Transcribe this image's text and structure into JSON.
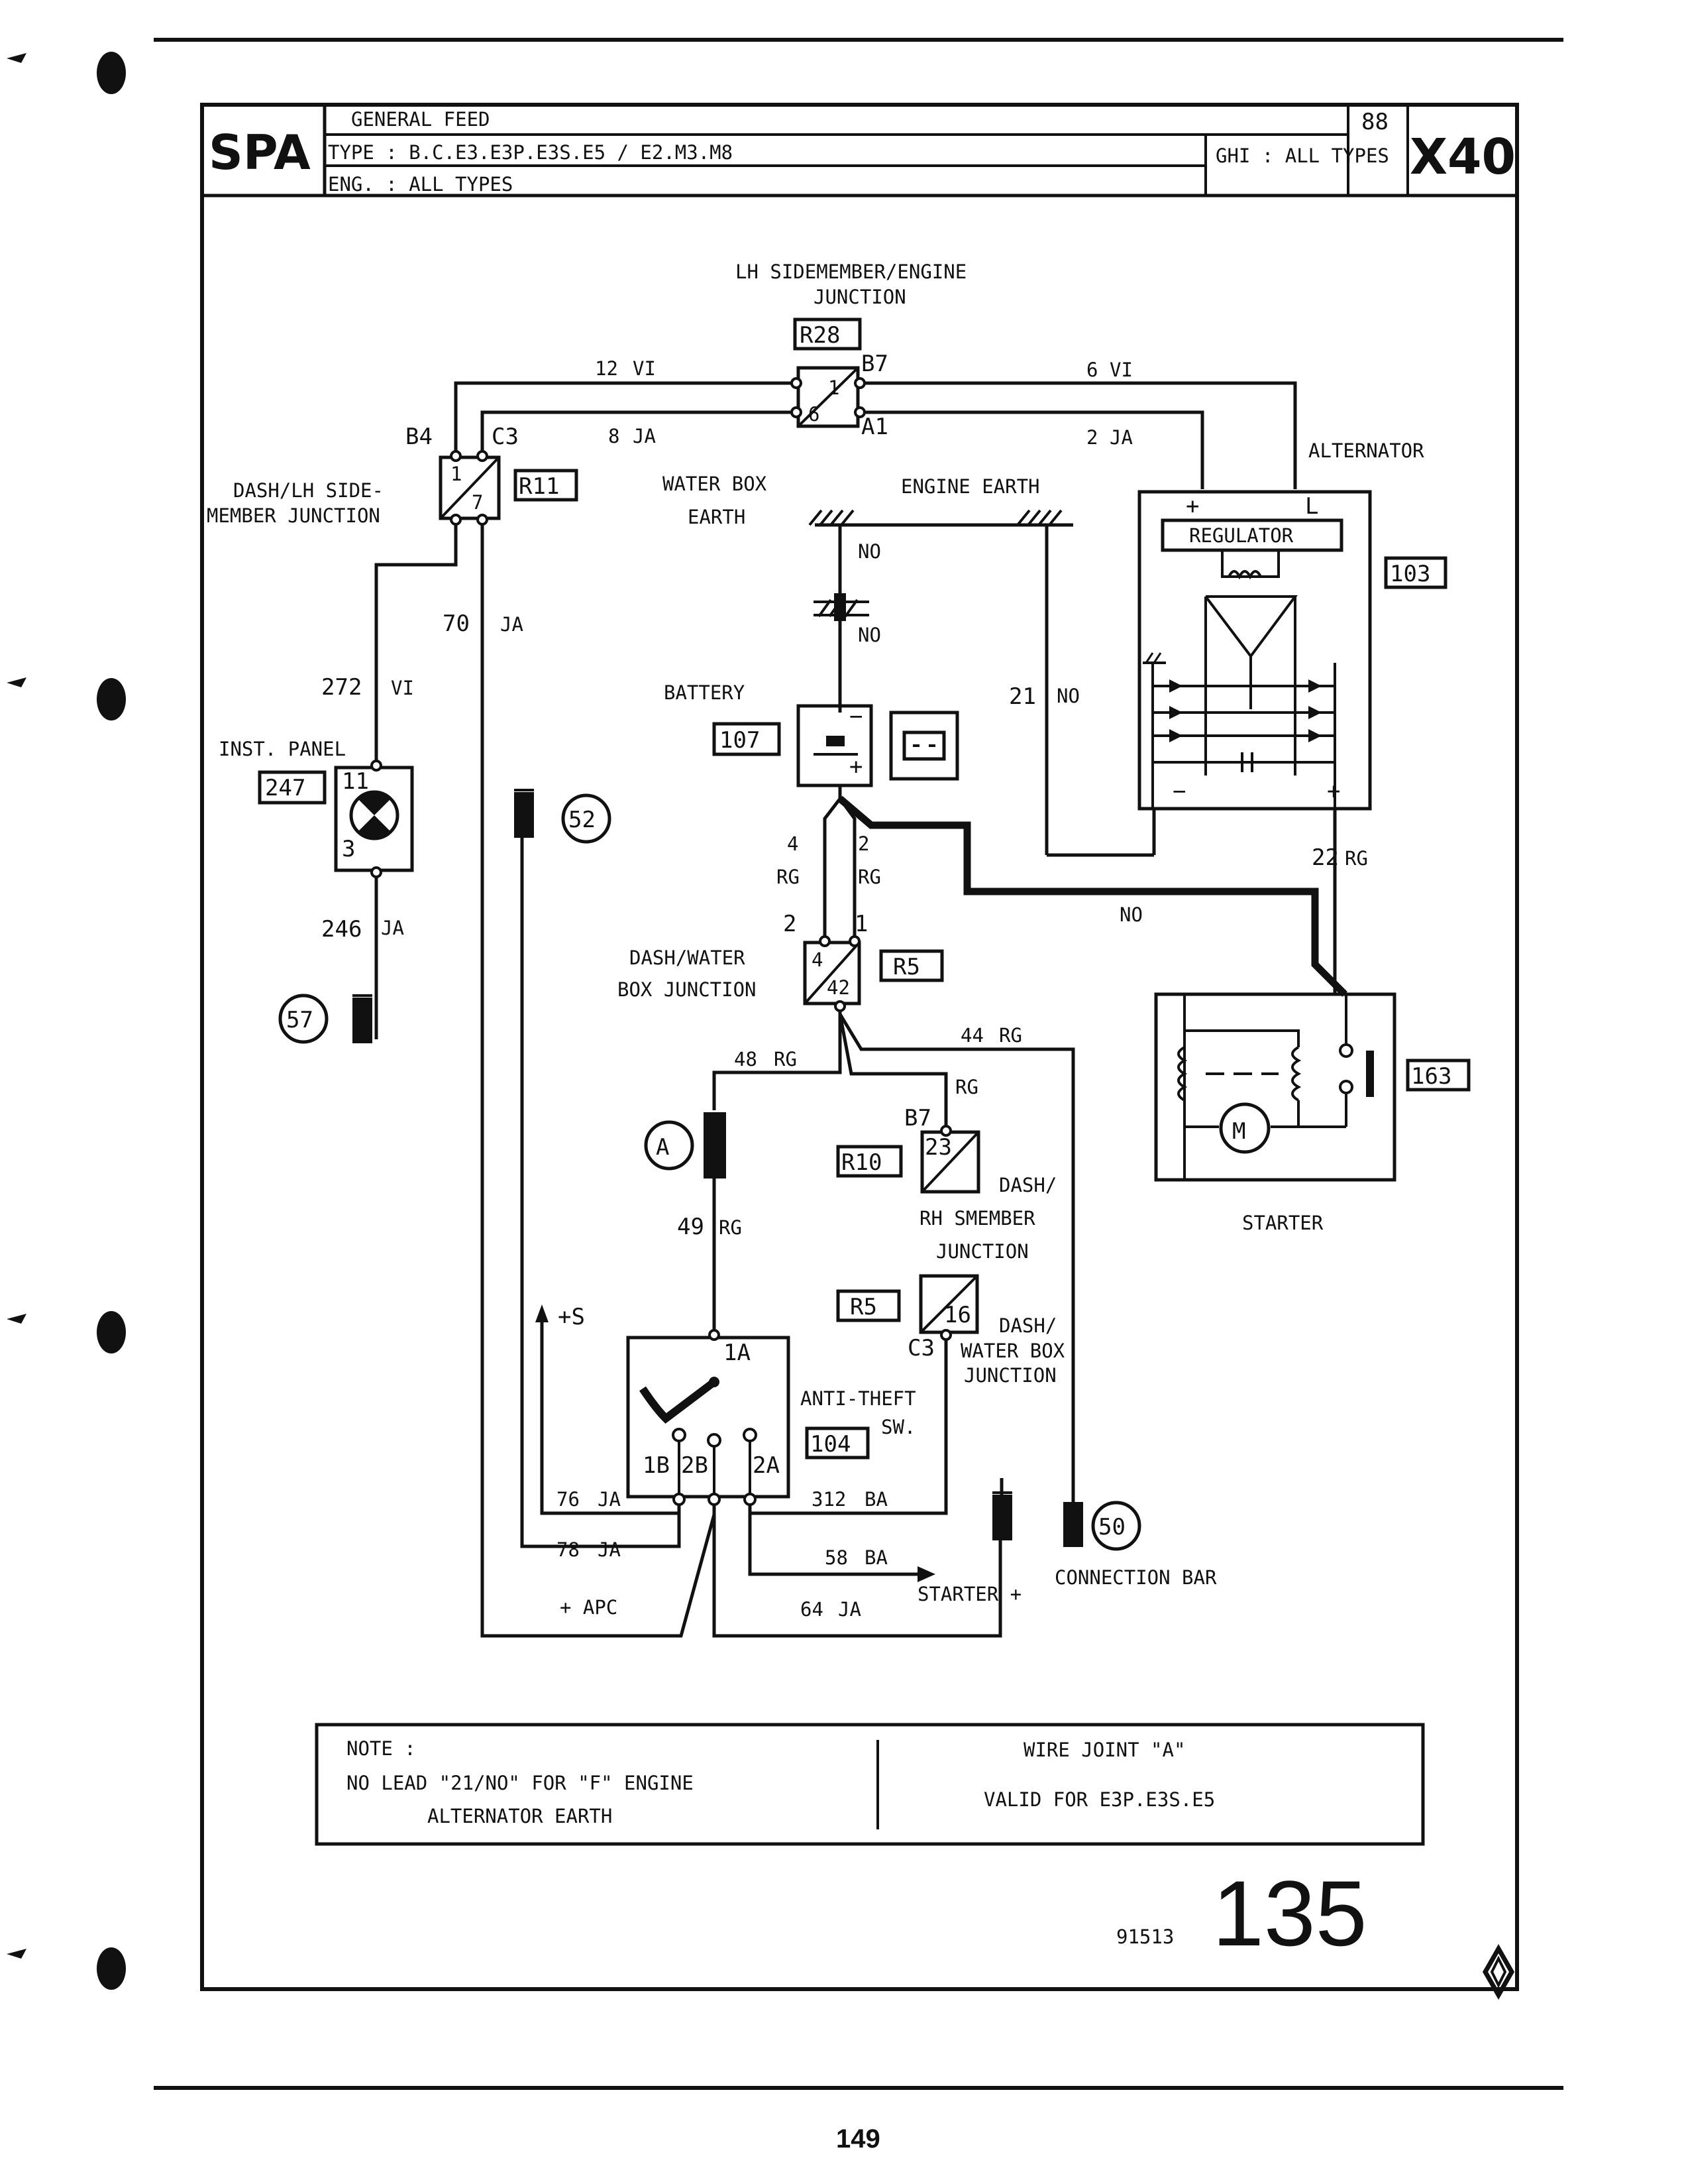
{
  "header": {
    "logo": "SPA",
    "title": "GENERAL FEED",
    "type_line": "TYPE : B.C.E3.E3P.E3S.E5 / E2.M3.M8",
    "eng_line": "ENG. : ALL TYPES",
    "ghi_line": "GHI : ALL TYPES",
    "year": "88",
    "code": "X40"
  },
  "components": {
    "r28": {
      "label_1": "LH SIDEMEMBER/ENGINE",
      "label_2": "JUNCTION",
      "ref": "R28",
      "pin_top": "1",
      "pin_bottom": "6",
      "conn_top": "B7",
      "conn_bottom": "A1"
    },
    "r11": {
      "label_1": "DASH/LH SIDE-",
      "label_2": "MEMBER JUNCTION",
      "ref": "R11",
      "pin_top": "1",
      "pin_bottom": "7",
      "conn_left": "B4",
      "conn_right": "C3"
    },
    "alternator": {
      "label": "ALTERNATOR",
      "ref": "103",
      "regulator": "REGULATOR",
      "plus": "+",
      "l": "L",
      "minus_b": "−",
      "plus_b": "+"
    },
    "water_box_earth": {
      "label_1": "WATER BOX",
      "label_2": "EARTH"
    },
    "engine_earth": {
      "label": "ENGINE EARTH"
    },
    "battery": {
      "label": "BATTERY",
      "ref": "107",
      "minus": "−",
      "plus": "+"
    },
    "inst_panel": {
      "label": "INST. PANEL",
      "ref": "247",
      "pin_top": "11",
      "pin_bottom": "3"
    },
    "r5_upper": {
      "label_1": "DASH/WATER",
      "label_2": "BOX JUNCTION",
      "ref": "R5",
      "pin_top": "4",
      "pin_bottom": "42"
    },
    "starter": {
      "label": "STARTER",
      "ref": "163",
      "motor": "M"
    },
    "r10": {
      "label_1": "DASH/",
      "label_2": "RH SMEMBER",
      "label_3": "JUNCTION",
      "ref": "R10",
      "pin": "23",
      "conn": "B7"
    },
    "r5_lower": {
      "label_1": "DASH/",
      "label_2": "WATER BOX",
      "label_3": "JUNCTION",
      "ref": "R5",
      "pin": "16",
      "conn": "C3"
    },
    "anti_theft": {
      "label_1": "ANTI-THEFT",
      "label_2": "SW.",
      "ref": "104",
      "pin_1a": "1A",
      "pin_1b": "1B",
      "pin_2b": "2B",
      "pin_2a": "2A"
    },
    "wire_joint": {
      "letter": "A"
    },
    "connection_bar": {
      "label": "CONNECTION BAR",
      "ref": "50"
    },
    "earth_52": {
      "ref": "52"
    },
    "earth_57": {
      "ref": "57"
    }
  },
  "wires": {
    "w12": {
      "num": "12",
      "color": "VI"
    },
    "w6": {
      "num": "6",
      "color": "VI"
    },
    "w8": {
      "num": "8",
      "color": "JA"
    },
    "w2": {
      "num": "2",
      "color": "JA"
    },
    "w70": {
      "num": "70",
      "color": "JA"
    },
    "w272": {
      "num": "272",
      "color": "VI"
    },
    "w246": {
      "num": "246",
      "color": "JA"
    },
    "no_1": "NO",
    "no_2": "NO",
    "w21": {
      "num": "21",
      "color": "NO"
    },
    "w22": {
      "num": "22",
      "color": "RG"
    },
    "no_thick": "NO",
    "w4": {
      "num": "4",
      "color": "RG"
    },
    "w2b": {
      "num": "2",
      "color": "RG"
    },
    "pin_2": "2",
    "pin_1": "1",
    "w48": {
      "num": "48",
      "color": "RG"
    },
    "w44": {
      "num": "44",
      "color": "RG"
    },
    "rg_r10": "RG",
    "w49": {
      "num": "49",
      "color": "RG"
    },
    "w76": {
      "num": "76",
      "color": "JA"
    },
    "w78": {
      "num": "78",
      "color": "JA"
    },
    "w312": {
      "num": "312",
      "color": "BA"
    },
    "w58": {
      "num": "58",
      "color": "BA"
    },
    "w64": {
      "num": "64",
      "color": "JA"
    },
    "plus_s": "+S",
    "plus_apc": "+ APC",
    "starter_plus": "STARTER +"
  },
  "note": {
    "heading": "NOTE :",
    "line_1": "NO LEAD \"21/NO\" FOR \"F\" ENGINE",
    "line_2": "ALTERNATOR EARTH",
    "right_1": "WIRE JOINT \"A\"",
    "right_2": "VALID FOR E3P.E3S.E5"
  },
  "footer": {
    "ref_number": "91513",
    "sheet_number": "135",
    "page_number": "149"
  }
}
